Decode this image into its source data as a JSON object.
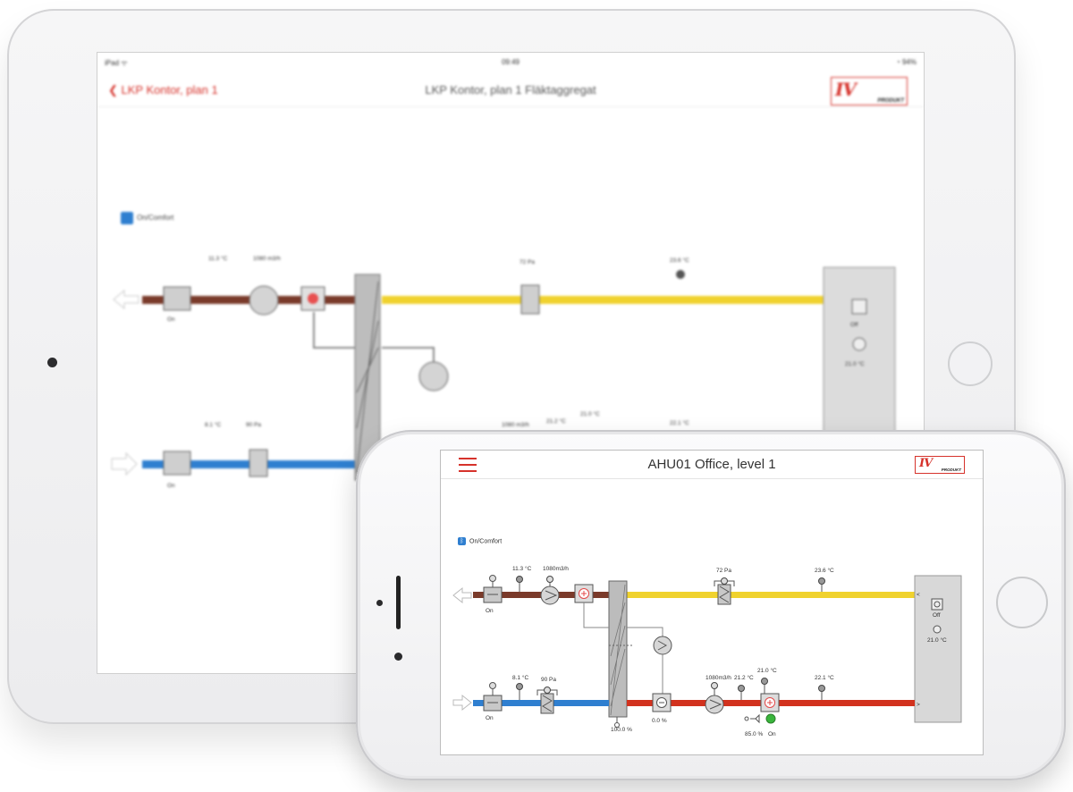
{
  "ipad": {
    "status_left": "iPad ᯤ",
    "status_time": "09:49",
    "status_right": "◔ 94%",
    "back_label": "LKP Kontor, plan 1",
    "title": "LKP Kontor, plan 1 Fläktaggregat",
    "mode_label": "On/Comfort",
    "labels": {
      "exhaust_temp": "11.3 °C",
      "exhaust_flow": "1080 m3/h",
      "extract_pressure": "72 Pa",
      "extract_temp": "23.6 °C",
      "outdoor_temp": "8.1 °C",
      "filter_pressure": "90 Pa",
      "supply_flow": "1080 m3/h",
      "supply_temp_1": "21.2 °C",
      "supply_temp_2": "21.0 °C",
      "supply_temp_3": "22.1 °C",
      "damper_exhaust_state": "On",
      "damper_intake_state": "On",
      "room_state": "Off",
      "room_setpoint": "21.0 °C"
    }
  },
  "iphone": {
    "title": "AHU01 Office, level 1",
    "menu_icon": "hamburger-menu-icon",
    "logo": {
      "mark": "IV",
      "word": "PRODUKT"
    },
    "mode_label": "On/Comfort",
    "colors": {
      "exhaust": "#7a3a2a",
      "extract": "#f0d22d",
      "supply": "#d2321e",
      "outdoor": "#2f7fd0",
      "accent": "#d6322b"
    },
    "labels": {
      "exhaust_temp": "11.3 °C",
      "exhaust_flow": "1080m3/h",
      "extract_pressure": "72 Pa",
      "extract_temp": "23.6 °C",
      "room_state": "Off",
      "room_setpoint": "21.0 °C",
      "damper_exhaust_state": "On",
      "outdoor_temp": "8.1 °C",
      "filter_pressure": "90 Pa",
      "damper_intake_state": "On",
      "hx_bypass": "100.0 %",
      "cooler_output": "0.0 %",
      "supply_flow": "1080m3/h",
      "supply_temp_1": "21.2 °C",
      "supply_temp_2": "21.0 °C",
      "supply_temp_3": "22.1 °C",
      "valve_output": "85.0 %",
      "pump_state": "On"
    }
  }
}
